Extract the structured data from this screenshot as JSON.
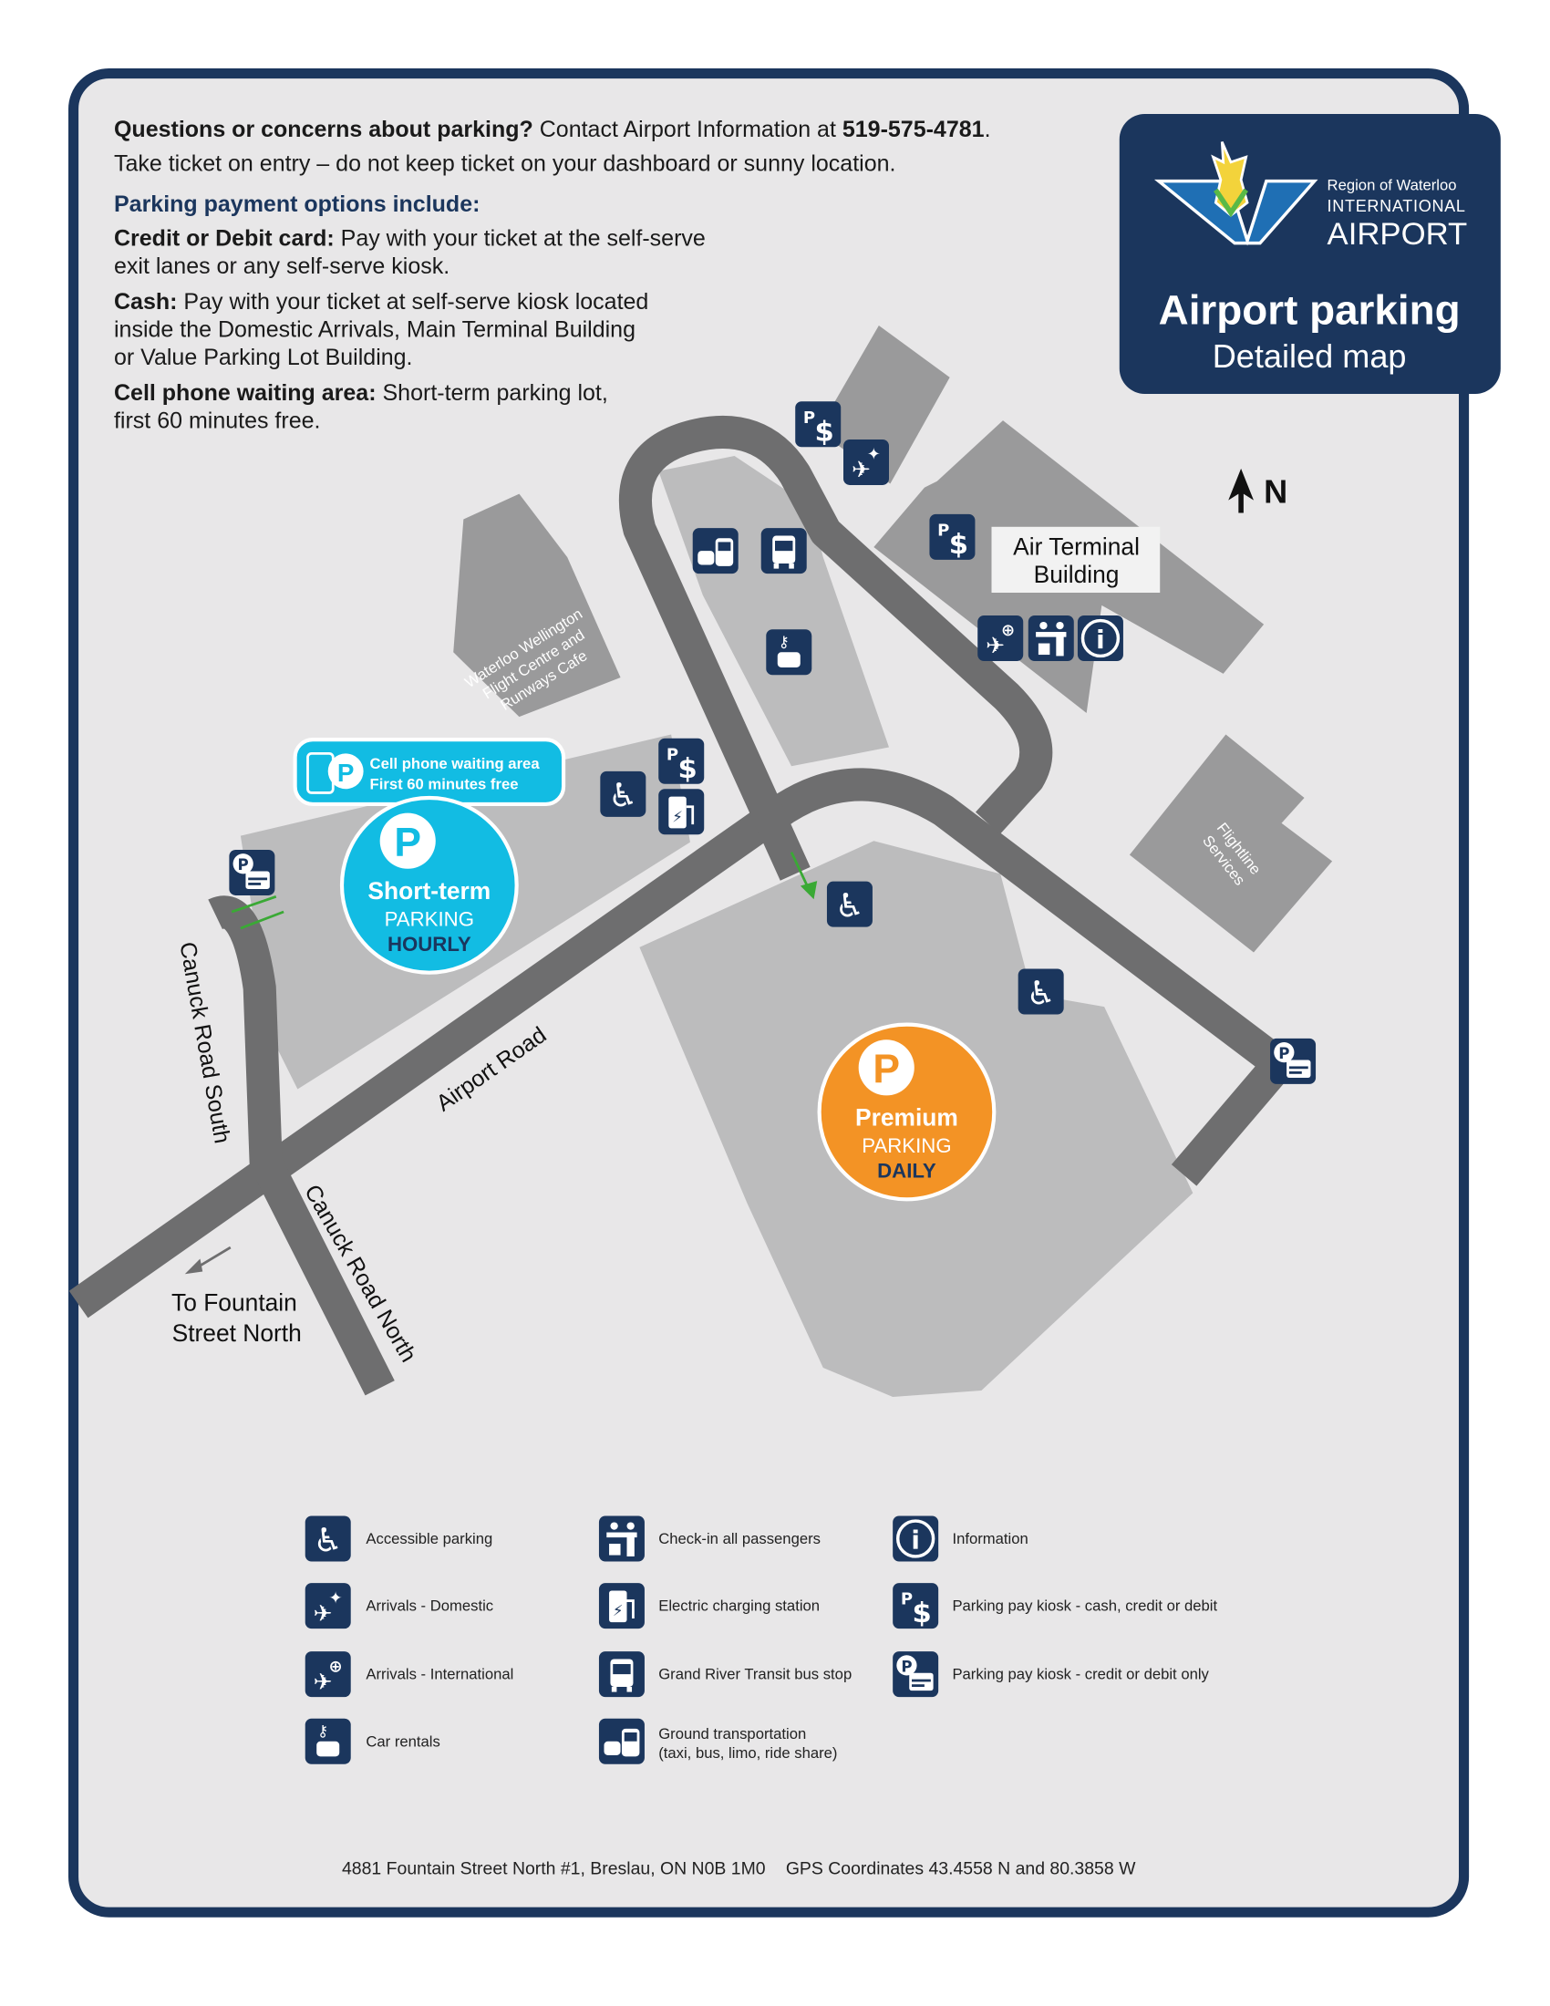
{
  "info": {
    "q_bold": "Questions or concerns about parking?",
    "q_text": " Contact Airport Information at ",
    "phone": "519-575-4781",
    "q_end": ".",
    "ticket": "Take ticket on entry – do not keep ticket on your dashboard or sunny location.",
    "options_heading": "Parking payment options include:",
    "credit_bold": "Credit or Debit card:",
    "credit_text_1": " Pay with your ticket at the self-serve",
    "credit_text_2": "exit lanes or any self-serve kiosk.",
    "cash_bold": "Cash:",
    "cash_text_1": " Pay with your ticket at self-serve kiosk located",
    "cash_text_2": "inside the Domestic Arrivals, Main Terminal Building",
    "cash_text_3": "or Value Parking Lot Building.",
    "cell_bold": "Cell phone waiting area:",
    "cell_text_1": " Short-term parking lot,",
    "cell_text_2": "first 60 minutes free."
  },
  "header": {
    "logo_line1": "Region of Waterloo",
    "logo_line2": "INTERNATIONAL",
    "logo_line3": "AIRPORT",
    "title": "Airport parking",
    "subtitle": "Detailed map"
  },
  "map": {
    "north": "N",
    "terminal_1": "Air Terminal",
    "terminal_2": "Building",
    "flight_centre_1": "Waterloo Wellington",
    "flight_centre_2": "Flight Centre and",
    "flight_centre_3": "Runways Cafe",
    "flightline_1": "Flightline",
    "flightline_2": "Services",
    "airport_road": "Airport Road",
    "canuck_south": "Canuck Road South",
    "canuck_north": "Canuck Road North",
    "fountain_1": "To Fountain",
    "fountain_2": "Street North",
    "cell_badge_1": "Cell phone waiting area",
    "cell_badge_2": "First 60 minutes free",
    "short_term_p": "P",
    "short_term_1": "Short-term",
    "short_term_2": "PARKING",
    "short_term_3": "HOURLY",
    "premium_p": "P",
    "premium_1": "Premium",
    "premium_2": "PARKING",
    "premium_3": "DAILY"
  },
  "colors": {
    "navy": "#1b365d",
    "short_term": "#12bce3",
    "premium": "#f39325",
    "road": "#6e6e6f",
    "arrow": "#3aa935"
  },
  "legend": [
    {
      "icon": "accessible-icon",
      "label": "Accessible parking"
    },
    {
      "icon": "arrivals-domestic-icon",
      "label": "Arrivals - Domestic"
    },
    {
      "icon": "arrivals-international-icon",
      "label": "Arrivals - International"
    },
    {
      "icon": "car-rental-icon",
      "label": "Car rentals"
    },
    {
      "icon": "check-in-icon",
      "label": "Check-in all passengers"
    },
    {
      "icon": "ev-charging-icon",
      "label": "Electric charging station"
    },
    {
      "icon": "bus-icon",
      "label": "Grand River Transit bus stop"
    },
    {
      "icon": "ground-transport-icon",
      "label": "Ground transportation",
      "label_2": "(taxi, bus, limo, ride share)"
    },
    {
      "icon": "information-icon",
      "label": "Information"
    },
    {
      "icon": "pay-kiosk-cash-icon",
      "label": "Parking pay kiosk - cash, credit or debit"
    },
    {
      "icon": "pay-kiosk-card-icon",
      "label": "Parking pay kiosk - credit or debit only"
    }
  ],
  "footer": {
    "address": "4881 Fountain Street North #1, Breslau, ON  N0B 1M0",
    "gps": "GPS Coordinates 43.4558 N and 80.3858 W"
  }
}
